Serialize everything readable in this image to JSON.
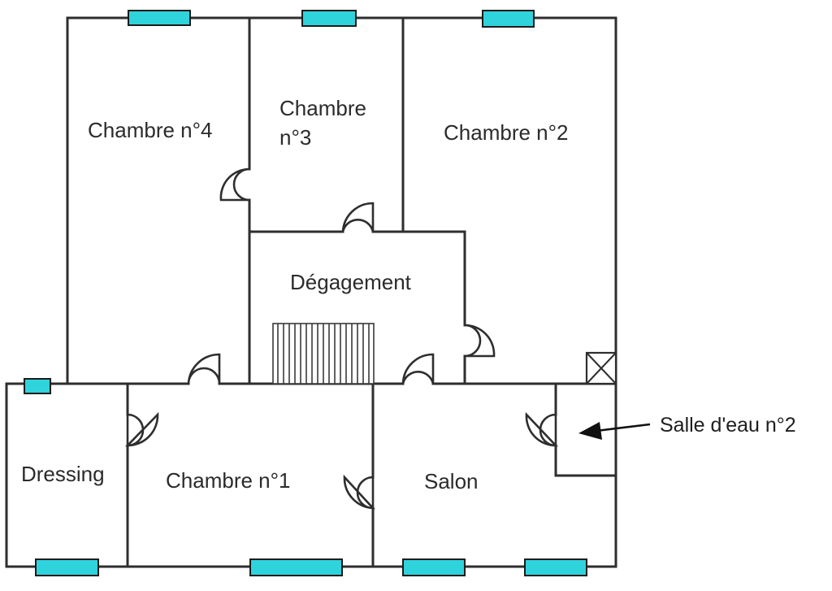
{
  "rooms": {
    "chambre4": "Chambre n°4",
    "chambre3_line1": "Chambre",
    "chambre3_line2": "n°3",
    "chambre2": "Chambre n°2",
    "degagement": "Dégagement",
    "dressing": "Dressing",
    "chambre1": "Chambre n°1",
    "salon": "Salon"
  },
  "annotation": {
    "salle_eau": "Salle d'eau n°2"
  },
  "colors": {
    "window": "#2fd3dc",
    "wall": "#2e2e2e",
    "background": "#ffffff"
  }
}
